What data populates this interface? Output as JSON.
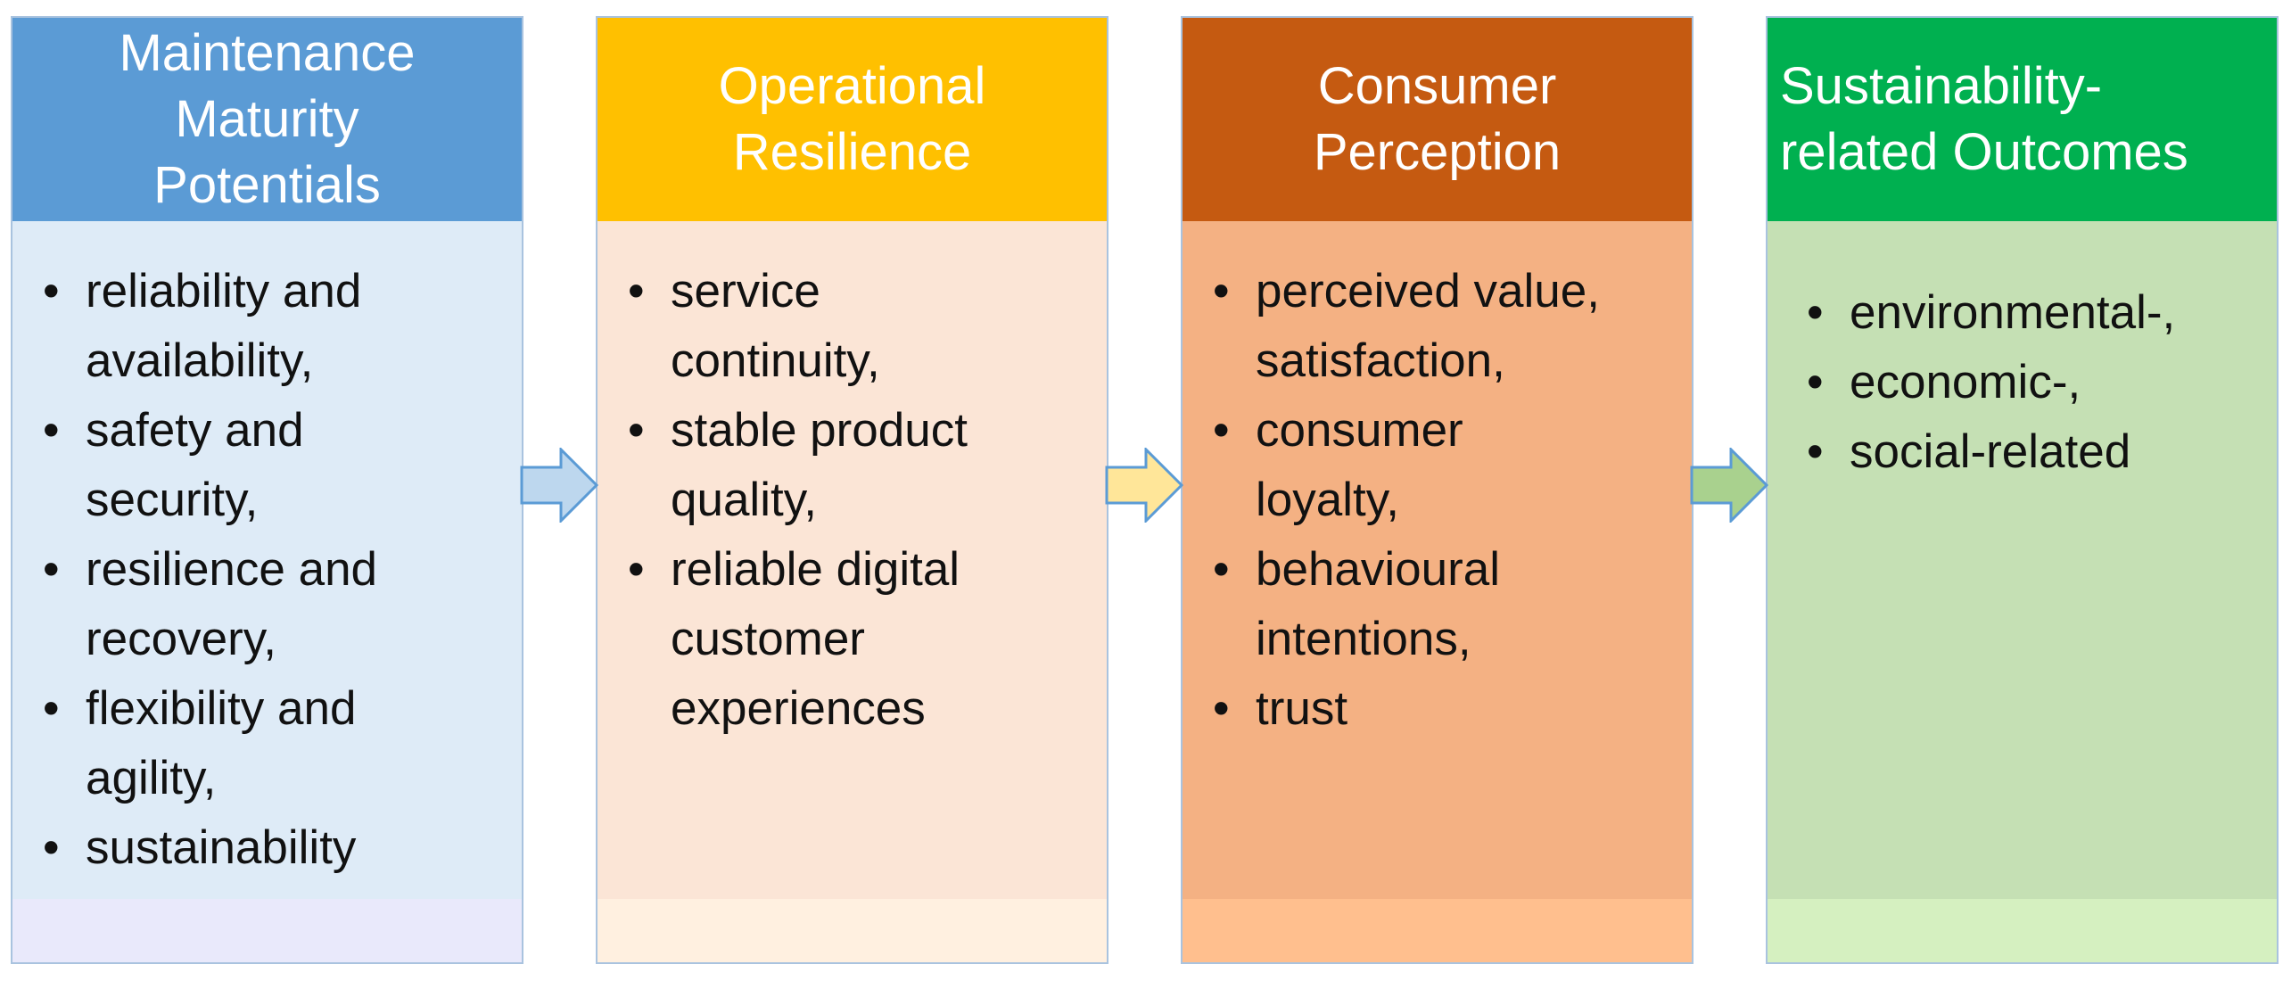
{
  "columns": [
    {
      "header": "Maintenance\nMaturity\nPotentials",
      "items": [
        "reliability and\navailability,",
        "safety and\nsecurity,",
        "resilience and\nrecovery,",
        "flexibility and\nagility,",
        "sustainability"
      ],
      "colors": {
        "header": "#5b9bd5",
        "body": "#deebf7",
        "foot": "#e9e9fb"
      }
    },
    {
      "header": "Operational\nResilience",
      "items": [
        "service\ncontinuity,",
        "stable product\nquality,",
        "reliable digital\ncustomer\nexperiences"
      ],
      "colors": {
        "header": "#ffc000",
        "body": "#fbe5d6",
        "foot": "#fff0e0"
      }
    },
    {
      "header": "Consumer\nPerception",
      "items": [
        "perceived value,\nsatisfaction,",
        "consumer\nloyalty,",
        "behavioural\nintentions,",
        "trust"
      ],
      "colors": {
        "header": "#c55a11",
        "body": "#f4b183",
        "foot": "#ffbf8e"
      }
    },
    {
      "header": "Sustainability-\nrelated Outcomes",
      "items": [
        "environmental-,",
        "economic-,",
        "social-related"
      ],
      "colors": {
        "header": "#00b050",
        "body": "#c5e0b4",
        "foot": "#d5f0c0"
      }
    }
  ],
  "bullet_glyph": "•",
  "arrows": [
    {
      "fill": "#bdd7ee",
      "stroke": "#5b9bd5"
    },
    {
      "fill": "#ffe699",
      "stroke": "#5b9bd5"
    },
    {
      "fill": "#a9d18e",
      "stroke": "#5b9bd5"
    }
  ]
}
